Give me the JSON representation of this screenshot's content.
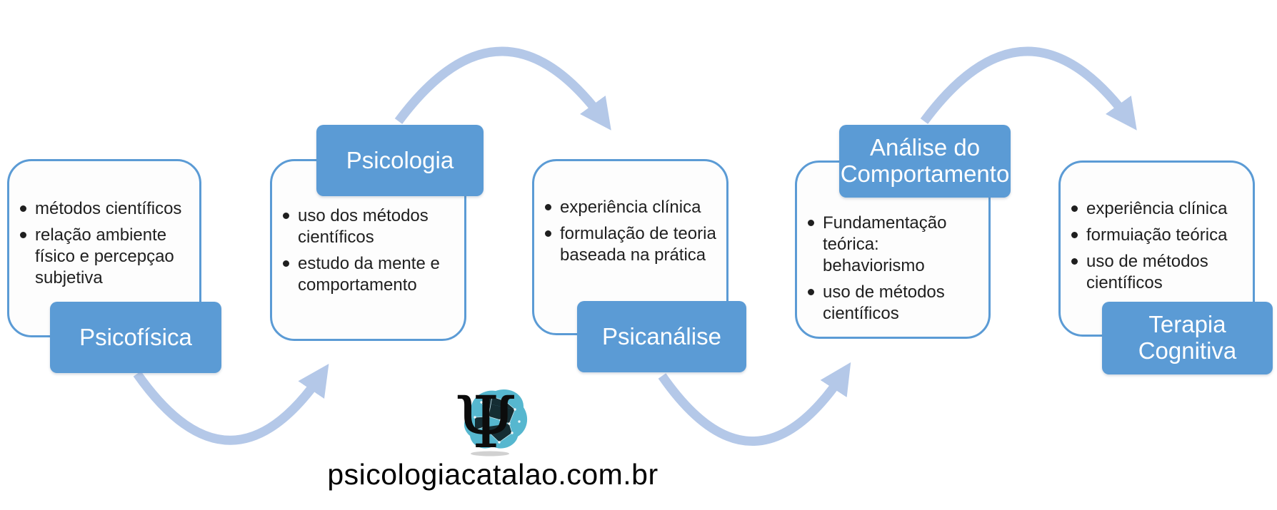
{
  "colors": {
    "title_fill": "#5b9bd5",
    "body_border": "#5b9bd5",
    "arrow": "#b4c8e8",
    "title_text": "#ffffff",
    "bullet_text": "#1f1f1f",
    "logo_brain": "#56b7cf",
    "logo_psi": "#0c0c0c",
    "website_text": "#000000"
  },
  "stages": [
    {
      "title": "Psicofísica",
      "title_position": "bottom",
      "bullets": [
        "métodos científicos",
        "relação ambiente físico e percepçao subjetiva"
      ]
    },
    {
      "title": "Psicologia",
      "title_position": "top",
      "bullets": [
        "uso dos métodos científicos",
        "estudo da mente e comportamento"
      ]
    },
    {
      "title": "Psicanálise",
      "title_position": "bottom",
      "bullets": [
        "experiência clínica",
        "formulação de teoria baseada na prática"
      ]
    },
    {
      "title": "Análise do Comportamento",
      "title_position": "top",
      "bullets": [
        "Fundamentação teórica: behaviorismo",
        "uso de métodos científicos"
      ]
    },
    {
      "title": "Terapia Cognitiva",
      "title_position": "bottom",
      "bullets": [
        "experiência clínica",
        "formuiação teórica",
        "uso de métodos científicos"
      ]
    }
  ],
  "logo": {
    "psi_symbol": "Ψ"
  },
  "footer": {
    "website": "psicologiacatalao.com.br"
  }
}
